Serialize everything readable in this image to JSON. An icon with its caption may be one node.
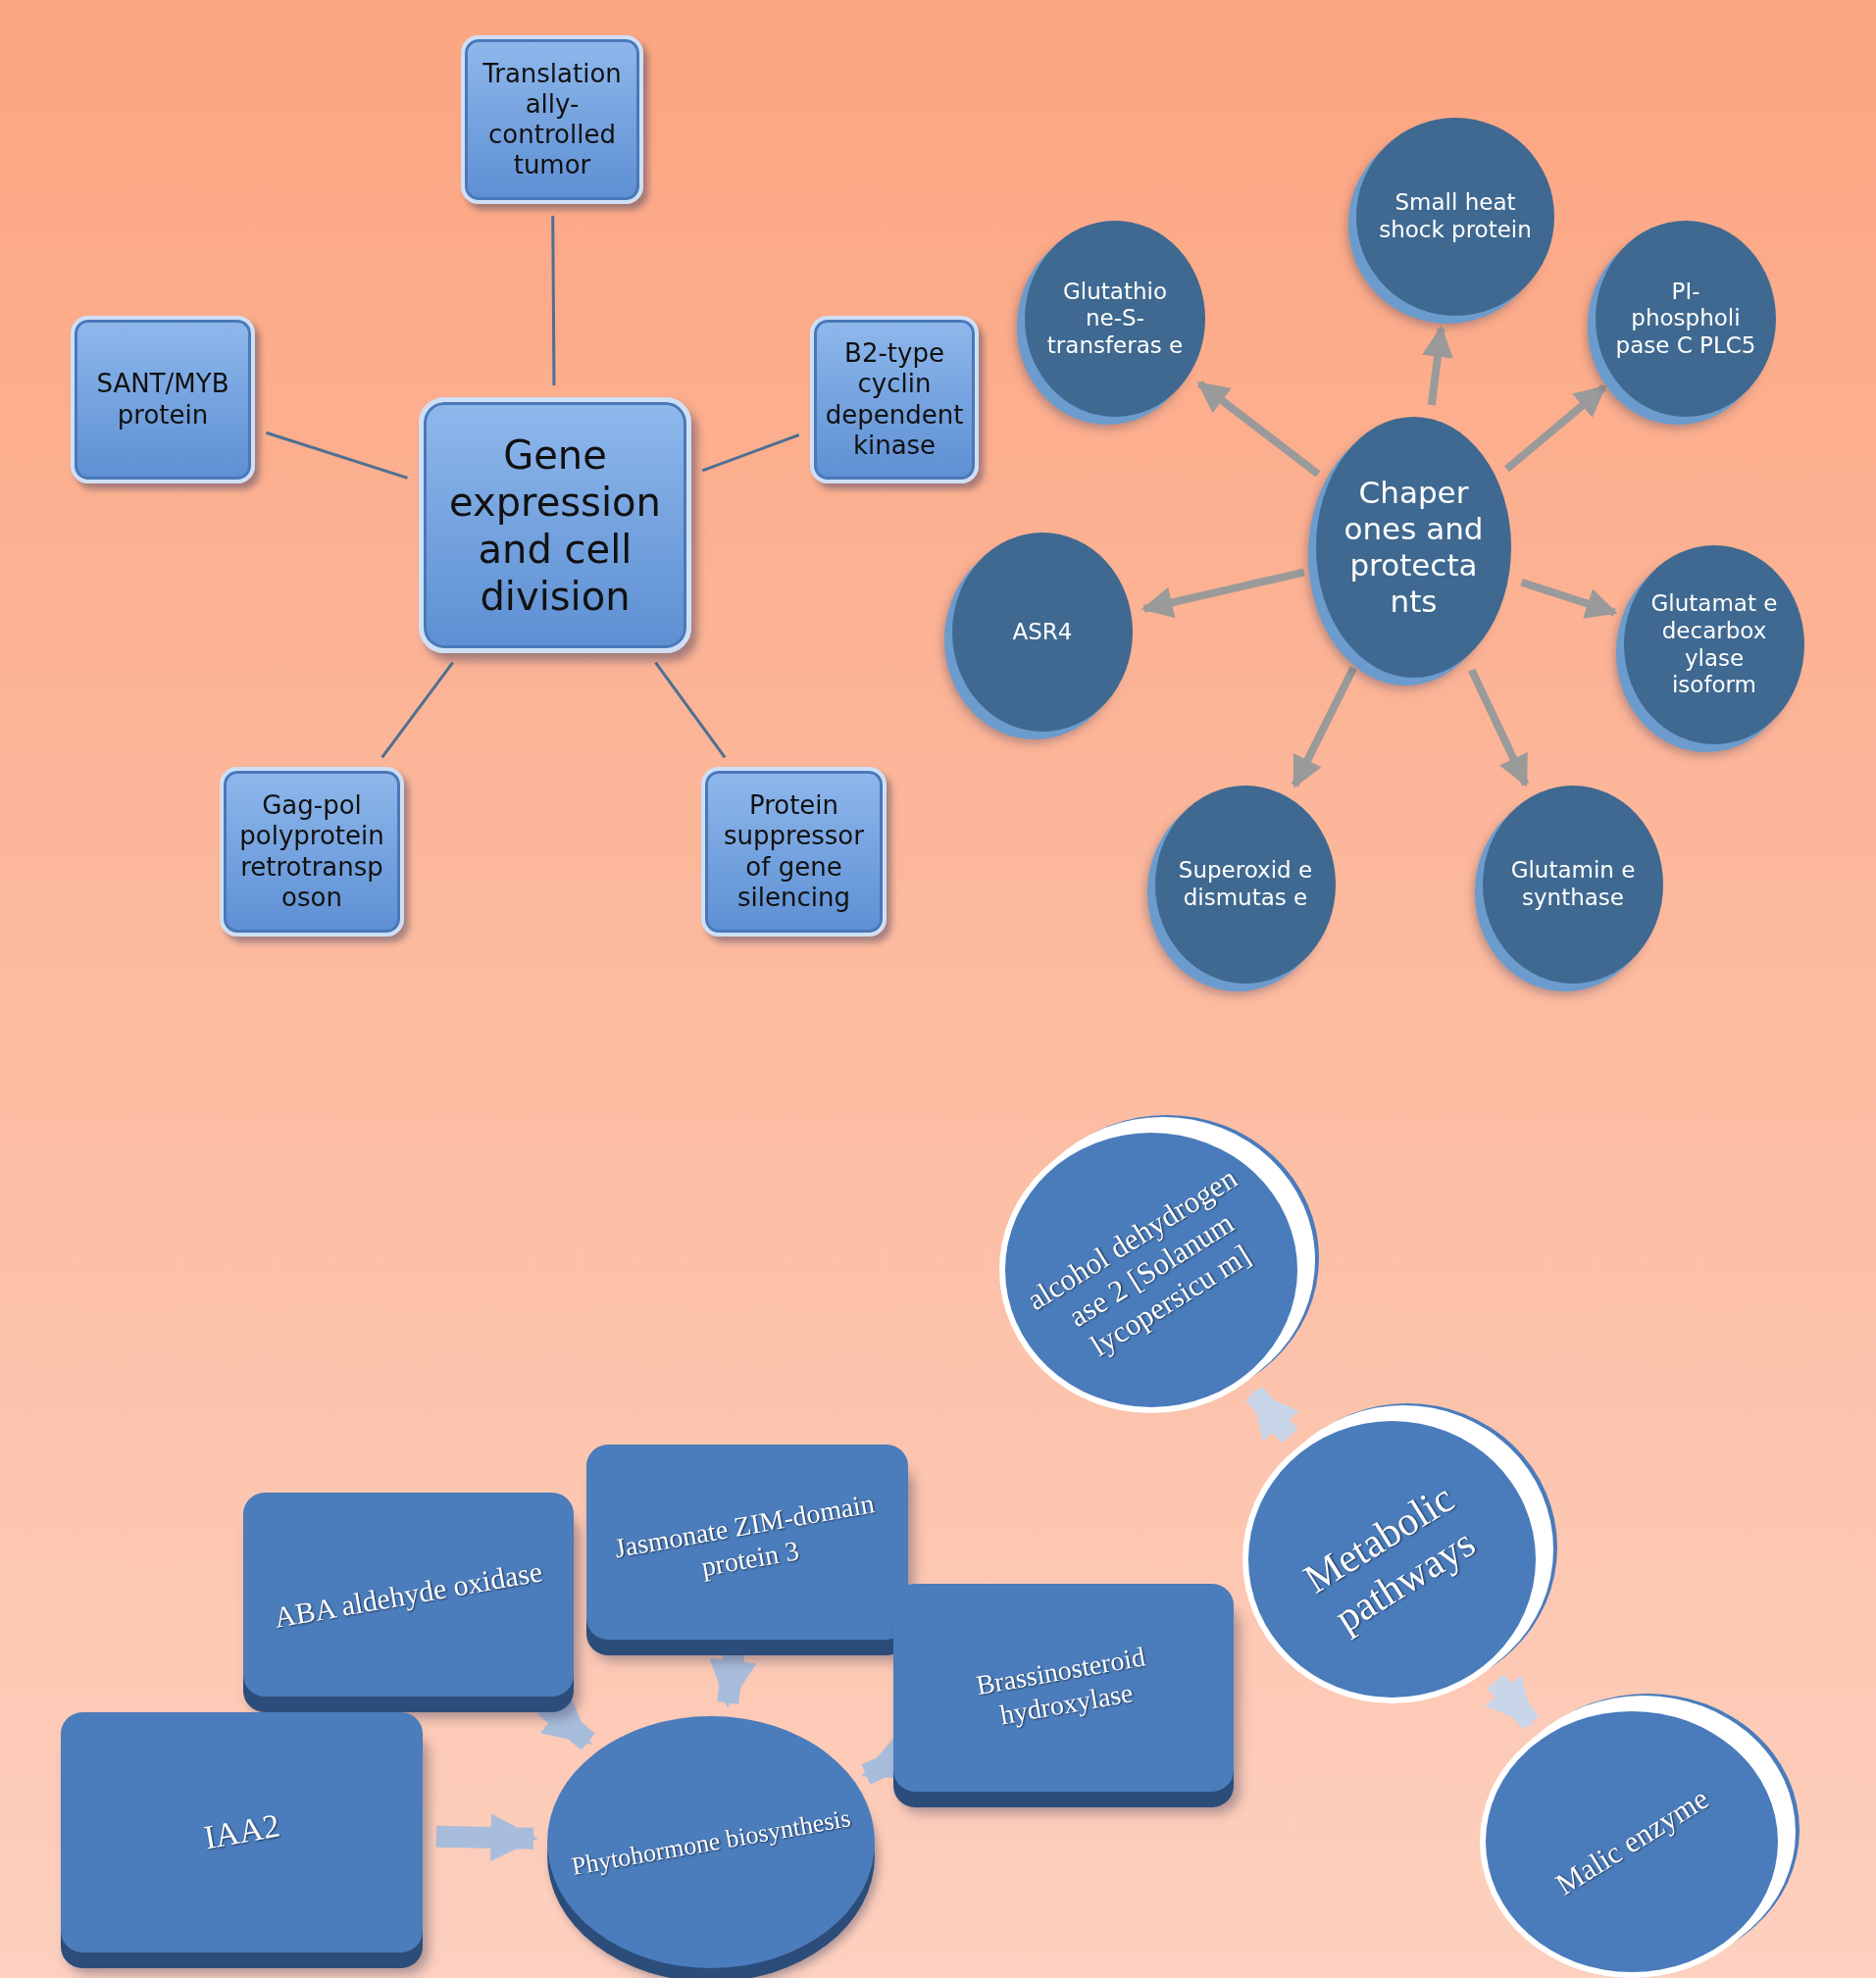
{
  "diagram": {
    "nodes": [
      {
        "text": [
          "Gene expression and cell division"
        ]
      },
      {
        "text": [
          "Translation ally- controlled tumor"
        ]
      },
      {
        "text": [
          "SANT/MYB protein"
        ]
      },
      {
        "text": [
          "B2-type cyclin dependent kinase"
        ]
      },
      {
        "text": [
          "Gag-pol polyprotein retrotransp oson"
        ]
      },
      {
        "text": [
          "Protein suppressor of gene silencing"
        ]
      },
      {
        "text": [
          "Chaper ones and protecta nts"
        ]
      },
      {
        "text": [
          "Small heat shock protein"
        ]
      },
      {
        "text": [
          "PI- phospholi pase C PLC5"
        ]
      },
      {
        "text": [
          "Glutamat e decarbox ylase isoform"
        ]
      },
      {
        "text": [
          "Glutamin e synthase"
        ]
      },
      {
        "text": [
          "Superoxid e dismutas e"
        ]
      },
      {
        "text": [
          "ASR4"
        ]
      },
      {
        "text": [
          "Glutathio ne-S- transferas e"
        ]
      },
      {
        "text": [
          "alcohol dehydrogen ase 2 [Solanum lycopersicu m]"
        ]
      },
      {
        "text": [
          "Metabolic pathways"
        ]
      },
      {
        "text": [
          "Malic enzyme"
        ]
      },
      {
        "text": [
          "ABA aldehyde oxidase"
        ]
      },
      {
        "text": [
          "Jasmonate ZIM-domain protein 3"
        ]
      },
      {
        "text": [
          "Brassinosteroid hydroxylase"
        ]
      },
      {
        "text": [
          "IAA2"
        ]
      },
      {
        "text": [
          "Phytohormone biosynthesis"
        ]
      }
    ],
    "edges": [
      {
        "from": 0,
        "to": 1,
        "arrow": "none",
        "color": "#4f6f92"
      },
      {
        "from": 0,
        "to": 2,
        "arrow": "none",
        "color": "#4f6f92"
      },
      {
        "from": 0,
        "to": 3,
        "arrow": "none",
        "color": "#4f6f92"
      },
      {
        "from": 0,
        "to": 4,
        "arrow": "none",
        "color": "#4f6f92"
      },
      {
        "from": 0,
        "to": 5,
        "arrow": "none",
        "color": "#4f6f92"
      },
      {
        "from": 6,
        "to": 7,
        "arrow": "to"
      },
      {
        "from": 6,
        "to": 8,
        "arrow": "to"
      },
      {
        "from": 6,
        "to": 9,
        "arrow": "to"
      },
      {
        "from": 6,
        "to": 10,
        "arrow": "to"
      },
      {
        "from": 6,
        "to": 11,
        "arrow": "to"
      },
      {
        "from": 6,
        "to": 12,
        "arrow": "to"
      },
      {
        "from": 6,
        "to": 13,
        "arrow": "to"
      },
      {
        "from": 15,
        "to": 14,
        "arrow": "to",
        "style": "thick",
        "color": "#c9d5e8"
      },
      {
        "from": 15,
        "to": 16,
        "arrow": "to",
        "style": "thick",
        "color": "#c9d5e8"
      },
      {
        "from": 17,
        "to": 21,
        "arrow": "to",
        "style": "thick",
        "color": "#a8bddb"
      },
      {
        "from": 18,
        "to": 21,
        "arrow": "to",
        "style": "thick",
        "color": "#a8bddb"
      },
      {
        "from": 19,
        "to": 21,
        "arrow": "to",
        "style": "thick",
        "color": "#a8bddb"
      },
      {
        "from": 20,
        "to": 21,
        "arrow": "to",
        "style": "thick",
        "color": "#a8bddb"
      }
    ]
  }
}
